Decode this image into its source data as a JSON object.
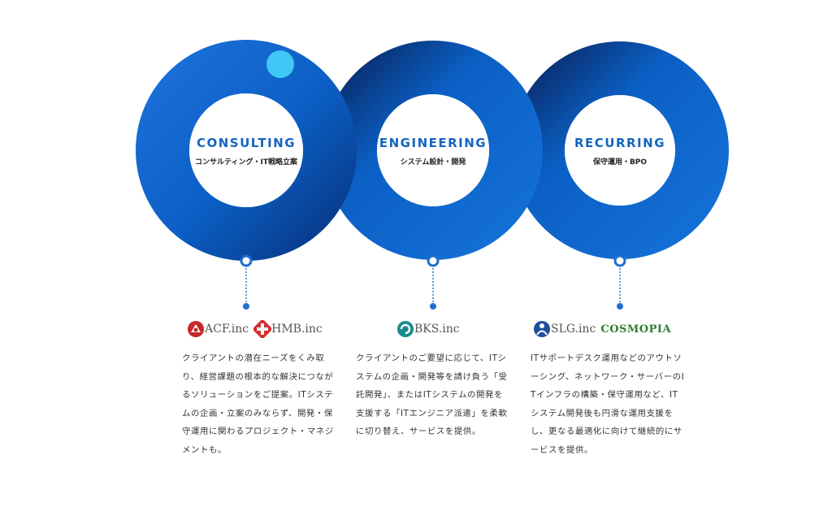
{
  "colors": {
    "ring_main": "#0b5fc4",
    "ring_dark": "#0a2f70",
    "accent_dot": "#3fc8f5",
    "title": "#1565c0",
    "connector": "#1e6fd0"
  },
  "services": [
    {
      "title": "CONSULTING",
      "subtitle": "コンサルティング・IT戦略立案",
      "logos": [
        {
          "name": "ACF.inc",
          "icon": "acf-logo-icon"
        },
        {
          "name": "HMB.inc",
          "icon": "hmb-logo-icon"
        }
      ],
      "description": "クライアントの潜在ニーズをくみ取り、経営課題の根本的な解決につながるソリューションをご提案。ITシステムの企画・立案のみならず、開発・保守運用に関わるプロジェクト・マネジメントも。"
    },
    {
      "title": "ENGINEERING",
      "subtitle": "システム設計・開発",
      "logos": [
        {
          "name": "BKS.inc",
          "icon": "bks-logo-icon"
        }
      ],
      "description": "クライアントのご要望に応じて、ITシステムの企画・開発等を請け負う「受託開発」、またはITシステムの開発を支援する「ITエンジニア派遣」を柔軟に切り替え、サービスを提供。"
    },
    {
      "title": "RECURRING",
      "subtitle": "保守運用・BPO",
      "logos": [
        {
          "name": "SLG.inc",
          "icon": "slg-logo-icon"
        },
        {
          "name": "COSMOPIA",
          "icon": "cosmopia-logo-icon"
        }
      ],
      "description": "ITサポートデスク運用などのアウトソーシング、ネットワーク・サーバーのITインフラの構築・保守運用など、ITシステム開発後も円滑な運用支援をし、更なる最適化に向けて継続的にサービスを提供。"
    }
  ]
}
